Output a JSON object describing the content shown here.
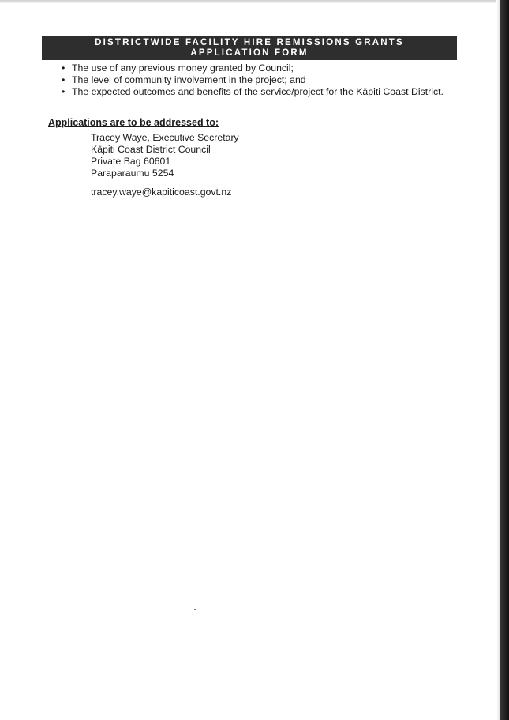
{
  "header": {
    "line1": "DISTRICTWIDE FACILITY HIRE REMISSIONS GRANTS",
    "line2": "APPLICATION FORM"
  },
  "criteria": [
    "The use of any previous money granted by Council;",
    "The level of community involvement in the project; and",
    "The expected outcomes and benefits of the service/project for the Kāpiti Coast District."
  ],
  "address": {
    "heading": "Applications are to be addressed to:",
    "lines": [
      "Tracey Waye, Executive Secretary",
      "Kāpiti Coast District Council",
      "Private Bag 60601",
      "Paraparaumu 5254"
    ],
    "email": "tracey.waye@kapiticoast.govt.nz"
  }
}
